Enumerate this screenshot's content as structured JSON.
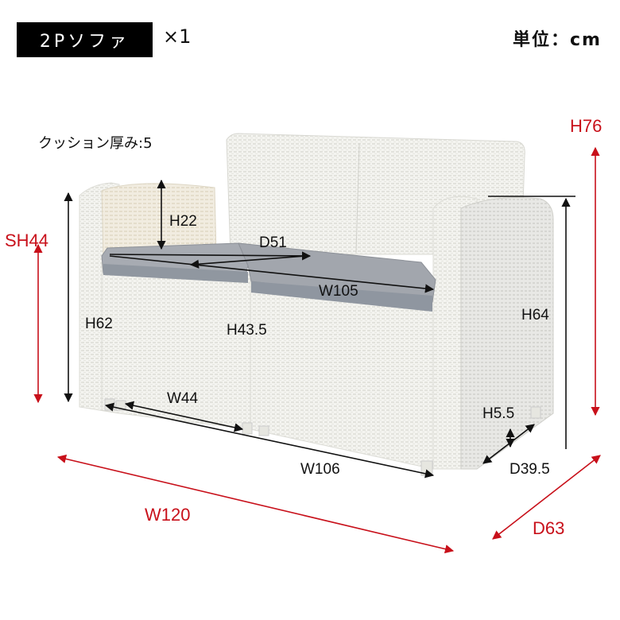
{
  "header": {
    "product_label": "2Pソファ",
    "quantity": "×1",
    "unit": "単位：cm"
  },
  "notes": {
    "cushion_thickness": "クッション厚み:5"
  },
  "colors": {
    "overall_dimension": "#c8101a",
    "detail_dimension": "#111111",
    "cushion": "#9ea3aa",
    "wicker": "#f2f2ee",
    "badge_bg": "#000000"
  },
  "dimensions": {
    "overall_height": "H76",
    "seat_height": "SH44",
    "overall_width": "W120",
    "overall_depth": "D63",
    "armrest_above_cushion": "H22",
    "seat_depth": "D51",
    "seat_width": "W105",
    "front_height_left": "H62",
    "seat_front_height": "H43.5",
    "armrest_height": "H64",
    "cushion_width": "W44",
    "base_width": "W106",
    "leg_height": "H5.5",
    "base_depth": "D39.5"
  }
}
